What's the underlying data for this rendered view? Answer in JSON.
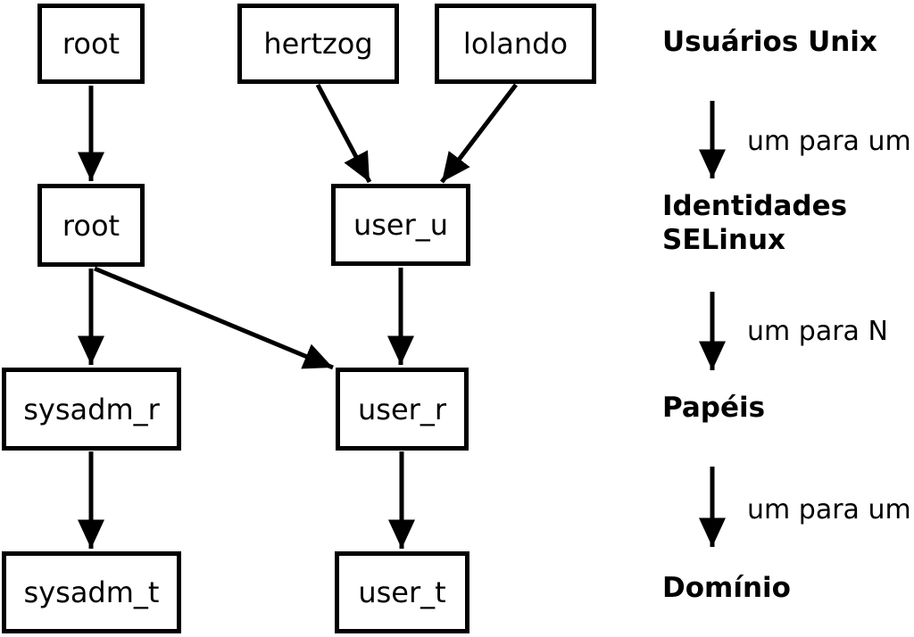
{
  "diagram": {
    "nodes": {
      "unix_users": [
        {
          "label": "root"
        },
        {
          "label": "hertzog"
        },
        {
          "label": "lolando"
        }
      ],
      "selinux_identities": [
        {
          "label": "root"
        },
        {
          "label": "user_u"
        }
      ],
      "roles": [
        {
          "label": "sysadm_r"
        },
        {
          "label": "user_r"
        }
      ],
      "domains": [
        {
          "label": "sysadm_t"
        },
        {
          "label": "user_t"
        }
      ]
    },
    "edges": [
      {
        "from": "root (unix)",
        "to": "root (selinux)"
      },
      {
        "from": "hertzog",
        "to": "user_u"
      },
      {
        "from": "lolando",
        "to": "user_u"
      },
      {
        "from": "root (selinux)",
        "to": "sysadm_r"
      },
      {
        "from": "root (selinux)",
        "to": "user_r"
      },
      {
        "from": "user_u",
        "to": "user_r"
      },
      {
        "from": "sysadm_r",
        "to": "sysadm_t"
      },
      {
        "from": "user_r",
        "to": "user_t"
      }
    ],
    "legend": {
      "stage1": "Usuários Unix",
      "mapping1": "um para um",
      "stage2": "Identidades\nSELinux",
      "mapping2": "um para N",
      "stage3": "Papéis",
      "mapping3": "um para um",
      "stage4": "Domínio"
    },
    "colors": {
      "line": "#000000",
      "box_border": "#000000",
      "box_fill": "#ffffff",
      "background": "#ffffff"
    }
  }
}
